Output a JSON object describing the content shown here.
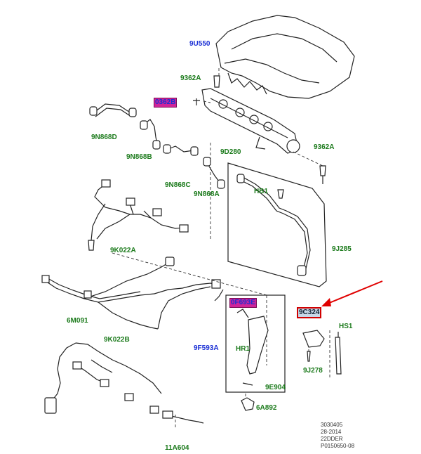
{
  "callouts": {
    "engine_cover": "9U550",
    "bolt_top": "9362A",
    "bolt_highlight": "0362B",
    "pipe_d": "9N868D",
    "pipe_b": "9N868B",
    "pipe_c": "9N868C",
    "pipe_a": "9N868A",
    "fuel_rail": "9D280",
    "bolt_right": "9362A",
    "hose_bolt": "HB1",
    "return_pipe": "9J285",
    "harness_upper": "9K022A",
    "sensor_highlight": "0F693E",
    "harness_main": "6M091",
    "harness_lower": "9K022B",
    "injector": "9F593A",
    "hold_ring": "HR1",
    "seal_washer": "9E904",
    "nut": "6A892",
    "glow_plug": "11A604",
    "bracket_highlight": "9C324",
    "heat_shield": "HS1",
    "clamp": "9J278"
  },
  "drawing_code": {
    "line1": "3030405",
    "line2": "28-2014",
    "line3": "22DDER",
    "line4": "P0150650-08"
  },
  "colors": {
    "callout_blue": "#1a2fd4",
    "callout_green": "#1b7a1b",
    "highlight_magenta": "#d0249a",
    "arrow_red": "#e00000"
  }
}
